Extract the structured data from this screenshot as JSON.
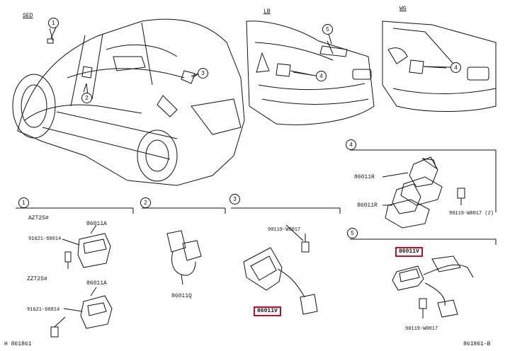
{
  "views": {
    "sed": "SED",
    "lb": "LB",
    "wg": "WG"
  },
  "callouts": [
    "1",
    "2",
    "3",
    "4",
    "5"
  ],
  "group1": {
    "variant_a": "AZT25#",
    "variant_b": "ZZT25#",
    "bolt_a": "91621-60614",
    "bolt_b": "91621-60814",
    "part_a": "86011A",
    "part_b": "86011A"
  },
  "group2": {
    "part": "86011Q"
  },
  "group3": {
    "screw": "90119-W0017",
    "part": "86011V"
  },
  "group4": {
    "part_upper": "86011R",
    "part_lower": "86011R",
    "screw": "90119-W0017 (2)"
  },
  "group5": {
    "part": "86011V",
    "screw": "90119-W0017"
  },
  "footer": {
    "left_id": "H 861861",
    "right_id": "861861-B"
  },
  "colors": {
    "highlight": "#b3122e",
    "line": "#111111"
  }
}
